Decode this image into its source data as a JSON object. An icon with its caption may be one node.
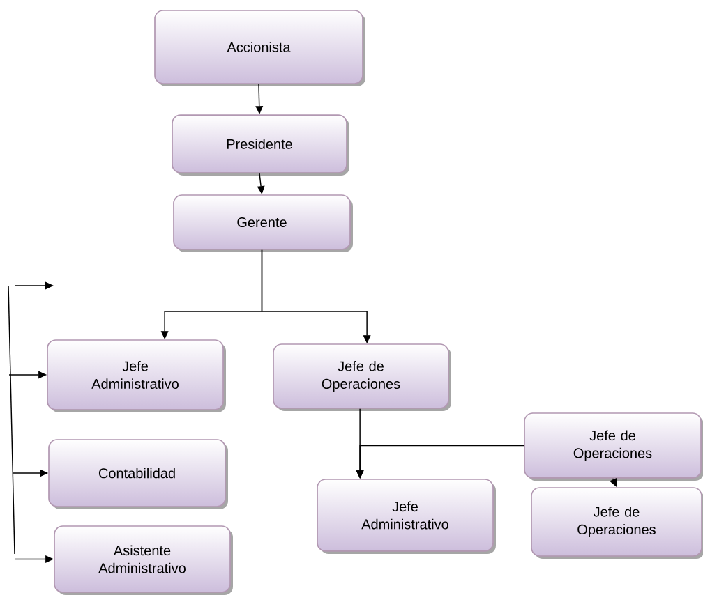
{
  "diagram": {
    "nodes": [
      {
        "text": [
          "Accionista"
        ]
      },
      {
        "text": [
          "Presidente"
        ]
      },
      {
        "text": [
          "Gerente"
        ]
      },
      {
        "text": [
          "Jefe Administrativo"
        ]
      },
      {
        "text": [
          "Jefe de Operaciones"
        ]
      },
      {
        "text": [
          "Contabilidad"
        ]
      },
      {
        "text": [
          "Asistente Administrativo"
        ]
      },
      {
        "text": [
          "Jefe Administrativo"
        ]
      },
      {
        "text": [
          "Jefe de Operaciones"
        ]
      },
      {
        "text": [
          "Jefe de Operaciones"
        ]
      }
    ],
    "edges": [
      {
        "from": 0,
        "to": 1,
        "arrow": "to"
      },
      {
        "from": 1,
        "to": 2,
        "arrow": "to"
      },
      {
        "from": 2,
        "to": 3,
        "arrow": "to"
      },
      {
        "from": 2,
        "to": 4,
        "arrow": "to"
      },
      {
        "from": null,
        "to": 3,
        "arrow": "to"
      },
      {
        "from": null,
        "to": 5,
        "arrow": "to"
      },
      {
        "from": null,
        "to": 6,
        "arrow": "to"
      },
      {
        "from": 4,
        "to": 7,
        "arrow": "to"
      },
      {
        "from": 8,
        "to": 7,
        "arrow": "to"
      },
      {
        "from": 8,
        "to": 9,
        "arrow": "to"
      }
    ]
  }
}
